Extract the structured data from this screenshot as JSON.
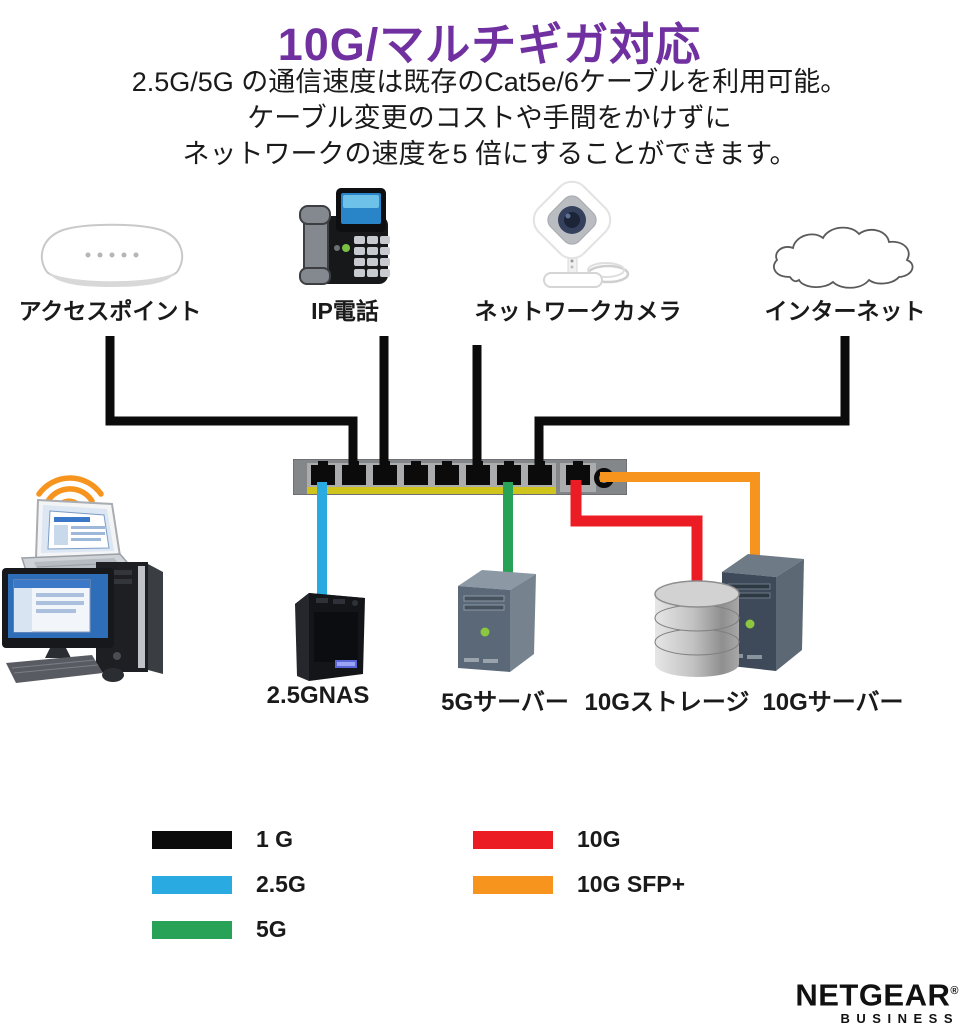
{
  "header": {
    "title": "10G/マルチギガ対応",
    "subtitle_lines": [
      "2.5G/5G の通信速度は既存のCat5e/6ケーブルを利用可能。",
      "ケーブル変更のコストや手間をかけずに",
      "ネットワークの速度を5 倍にすることができます。"
    ]
  },
  "colors": {
    "title": "#7030A0",
    "text": "#1A1A1A",
    "speed_1g": "#0B0B0B",
    "speed_2_5g": "#29ABE2",
    "speed_5g": "#27A257",
    "speed_10g": "#EC1C24",
    "speed_10g_sfp": "#F7941E",
    "wifi": "#F7941E",
    "switch_body": "#84878A",
    "switch_panel": "#AAACAE",
    "switch_strip": "#CFC41C"
  },
  "top_devices": [
    {
      "name": "access-point",
      "label": "アクセスポイント"
    },
    {
      "name": "ip-phone",
      "label": "IP電話"
    },
    {
      "name": "network-camera",
      "label": "ネットワークカメラ"
    },
    {
      "name": "internet",
      "label": "インターネット"
    }
  ],
  "bottom_devices": [
    {
      "name": "nas",
      "label": "2.5GNAS",
      "speed": "2.5G"
    },
    {
      "name": "server-5g",
      "label": "5Gサーバー",
      "speed": "5G"
    },
    {
      "name": "storage-10g",
      "label": "10Gストレージ",
      "speed": "10G"
    },
    {
      "name": "server-10g",
      "label": "10Gサーバー",
      "speed": "10G SFP+"
    }
  ],
  "switch": {
    "rj45_ports": 9,
    "sfp_ports": 1
  },
  "legend": {
    "items": [
      {
        "label": "1 G",
        "color": "#0B0B0B"
      },
      {
        "label": "2.5G",
        "color": "#29ABE2"
      },
      {
        "label": "5G",
        "color": "#27A257"
      },
      {
        "label": "10G",
        "color": "#EC1C24"
      },
      {
        "label": "10G SFP+",
        "color": "#F7941E"
      }
    ]
  },
  "logo": {
    "brand": "NETGEAR",
    "registered": "®",
    "division": "BUSINESS"
  }
}
